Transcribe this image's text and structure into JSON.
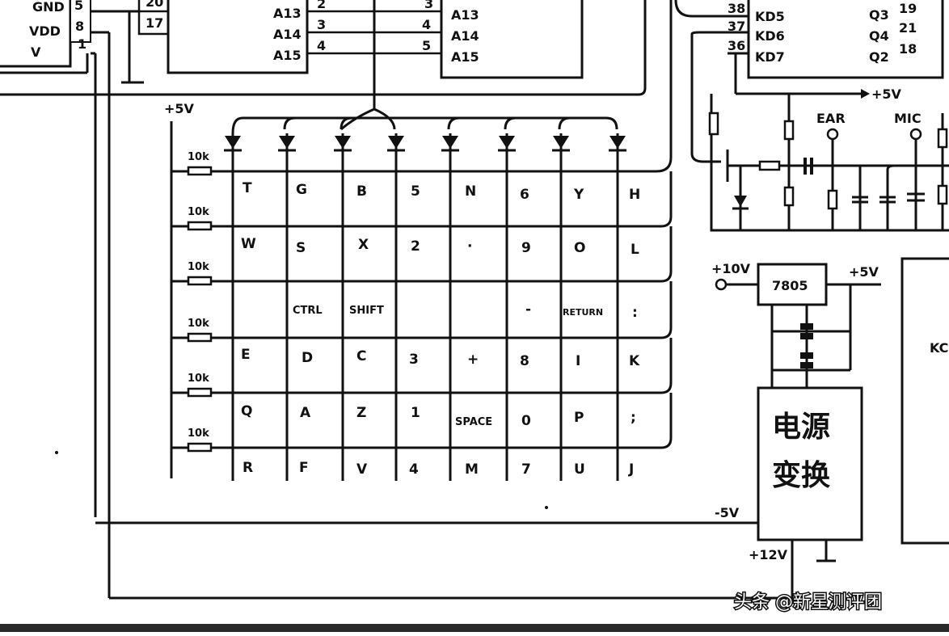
{
  "left_chip": {
    "pins_left": [
      "GND",
      "VDD",
      "V"
    ],
    "pins_num": [
      "5",
      "8",
      "1"
    ]
  },
  "pin_numbers_top": [
    "20",
    "17"
  ],
  "address_chip_a": {
    "labels": [
      "A13",
      "A14",
      "A15"
    ],
    "pins": [
      "2",
      "3",
      "4"
    ]
  },
  "address_chip_b": {
    "labels": [
      "A13",
      "A14",
      "A15"
    ],
    "pins": [
      "3",
      "4",
      "5"
    ]
  },
  "right_chip": {
    "left_pins": [
      "38",
      "37",
      "36"
    ],
    "left_labels": [
      "KD5",
      "KD6",
      "KD7"
    ],
    "right_labels": [
      "Q3",
      "Q4",
      "Q2"
    ],
    "right_pins": [
      "19",
      "21",
      "18"
    ]
  },
  "supply_labels": {
    "plus5_left": "+5V",
    "plus5_right": "+5V",
    "ear": "EAR",
    "mic": "MIC",
    "plus10": "+10V",
    "regulator": "7805",
    "reg_out": "+5V",
    "minus5": "-5V",
    "plus12": "+12V",
    "kc": "KC"
  },
  "resistors": [
    "10k",
    "10k",
    "10k",
    "10k",
    "10k",
    "10k"
  ],
  "keyboard_rows": [
    [
      "T",
      "G",
      "B",
      "5",
      "N",
      "6",
      "Y",
      "H"
    ],
    [
      "W",
      "S",
      "X",
      "2",
      "·",
      "9",
      "O",
      "L"
    ],
    [
      "",
      "CTRL",
      "SHIFT",
      "",
      "",
      "-",
      "RETURN",
      ":"
    ],
    [
      "E",
      "D",
      "C",
      "3",
      "+",
      "8",
      "I",
      "K"
    ],
    [
      "Q",
      "A",
      "Z",
      "1",
      "SPACE",
      "0",
      "P",
      ";"
    ],
    [
      "R",
      "F",
      "V",
      "4",
      "M",
      "7",
      "U",
      "J"
    ]
  ],
  "power_box": {
    "line1": "电源",
    "line2": "变换"
  },
  "watermark": "头条 @新星测评团"
}
